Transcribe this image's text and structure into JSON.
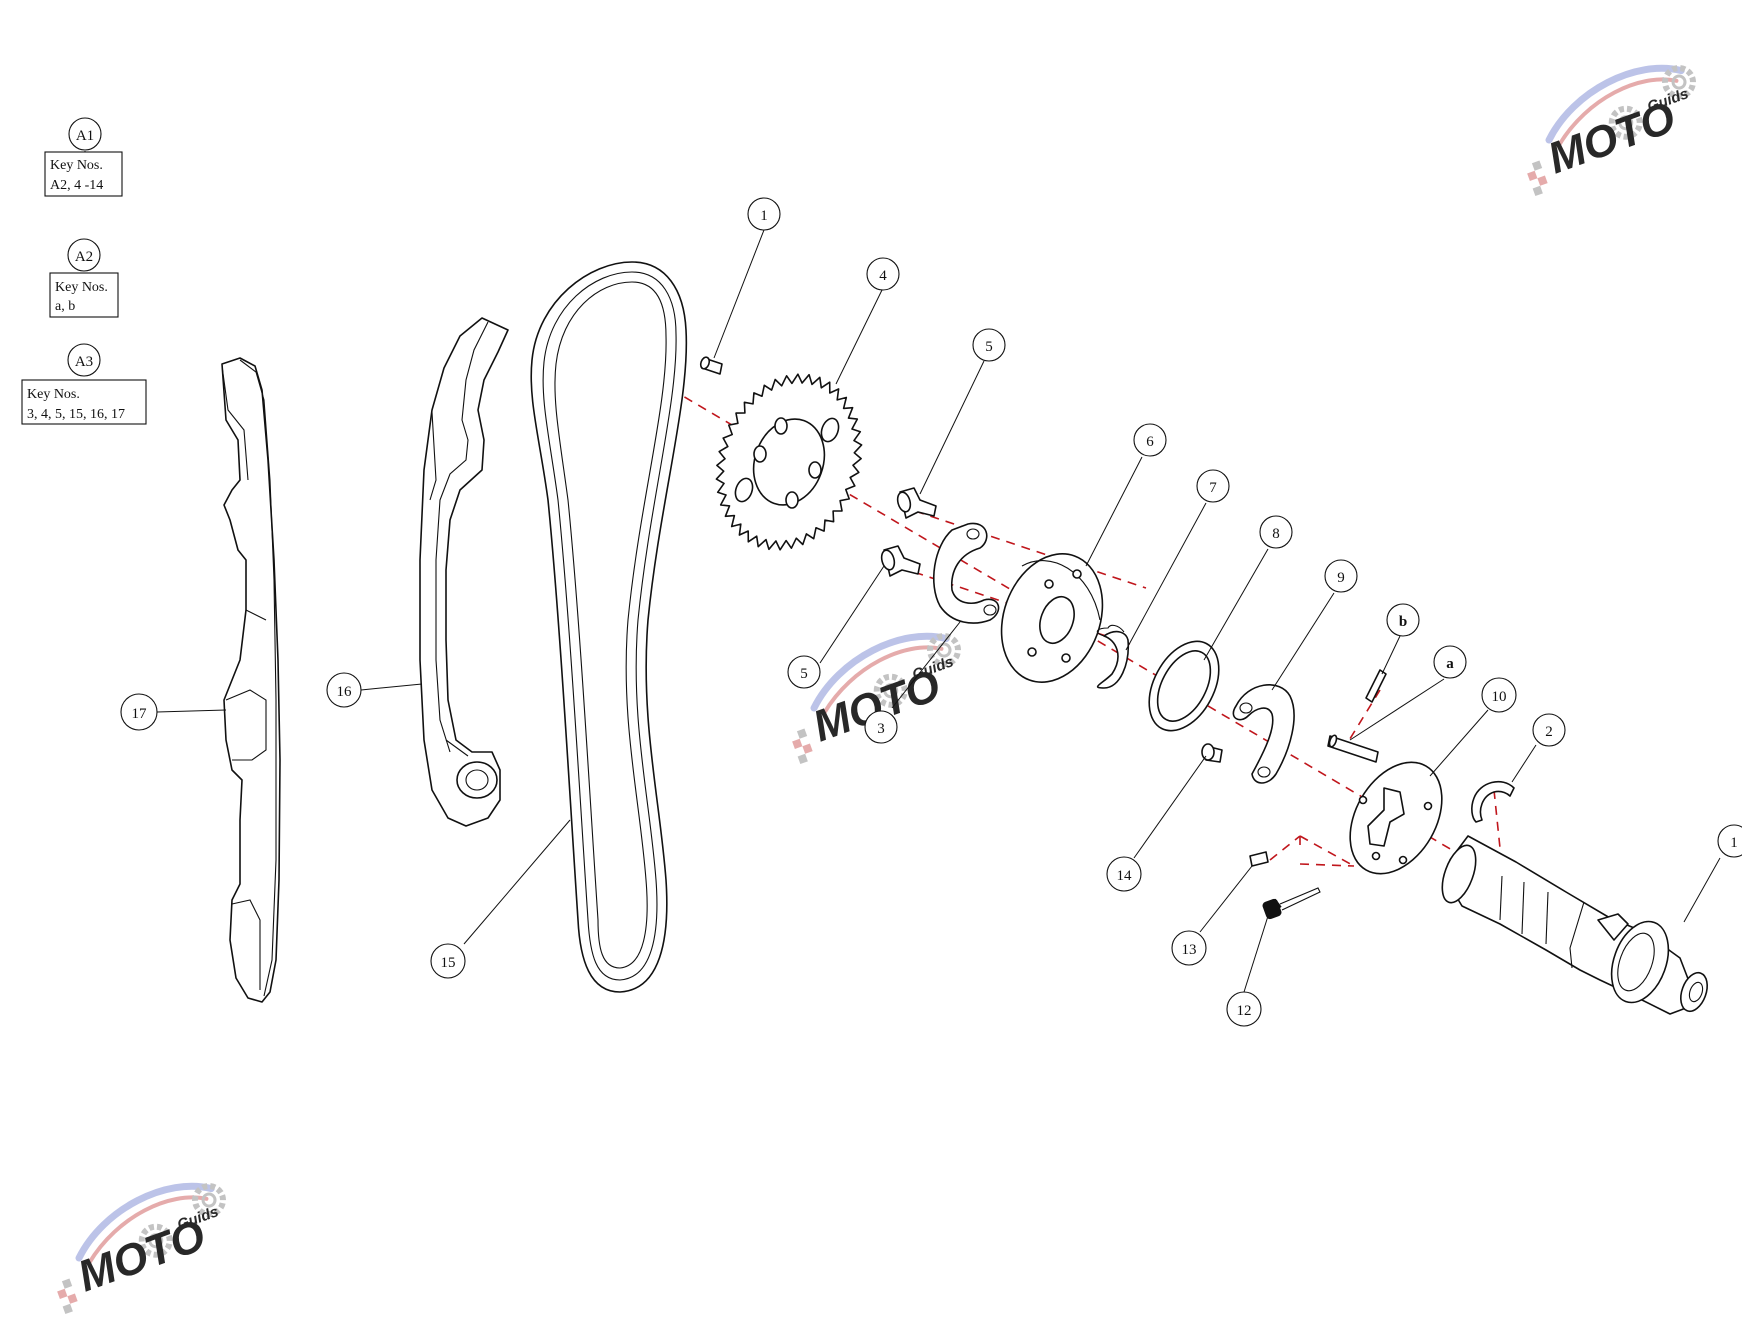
{
  "colors": {
    "line": "#111111",
    "axis": "#c0161c",
    "watermark_red": "#e3a2a2",
    "watermark_blue": "#b5bde6",
    "watermark_grey": "#bdbdbd"
  },
  "key_groups": [
    {
      "id": "A1",
      "title": "Key Nos.",
      "items": "A2, 4 -14"
    },
    {
      "id": "A2",
      "title": "Key Nos.",
      "items": "a, b"
    },
    {
      "id": "A3",
      "title": "Key Nos.",
      "items": "3, 4, 5, 15, 16, 17"
    }
  ],
  "callouts": [
    "1",
    "4",
    "5",
    "6",
    "7",
    "8",
    "9",
    "b",
    "a",
    "10",
    "2",
    "1",
    "17",
    "16",
    "5",
    "3",
    "14",
    "13",
    "12",
    "15"
  ],
  "watermark": {
    "brand": "MOTO",
    "sub": "Guids"
  }
}
